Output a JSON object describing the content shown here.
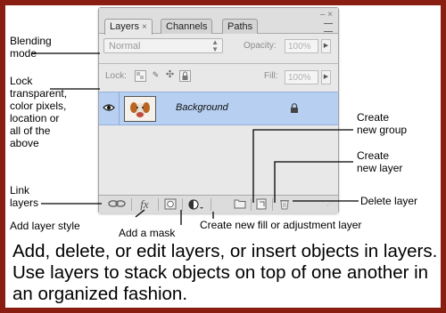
{
  "panel": {
    "tabs": [
      {
        "label": "Layers",
        "close": "×"
      },
      {
        "label": "Channels"
      },
      {
        "label": "Paths"
      }
    ],
    "collapse_glyph": "– ×",
    "blend_mode": "Normal",
    "opacity_label": "Opacity:",
    "opacity_value": "100%",
    "lock_label": "Lock:",
    "fill_label": "Fill:",
    "fill_value": "100%",
    "layer": {
      "name": "Background",
      "visible": true,
      "locked": true
    },
    "bottom_buttons": [
      "link",
      "fx",
      "mask",
      "adjustment",
      "group",
      "new-layer",
      "delete"
    ],
    "fx_label": "fx"
  },
  "annotations": {
    "blending_mode": "Blending\nmode",
    "lock": "Lock\ntransparent,\ncolor pixels,\nlocation or\nall of the\nabove",
    "link_layers": "Link\nlayers",
    "create_group": "Create\nnew group",
    "create_layer": "Create\nnew layer",
    "delete_layer": "Delete layer",
    "add_layer_style": "Add layer style",
    "add_mask": "Add a mask",
    "create_fill": "Create new fill or adjustment layer"
  },
  "caption": "Add, delete, or edit layers, or insert objects in layers. Use layers to stack objects on top of one another in an organized fashion.",
  "colors": {
    "frame": "#8a1d12",
    "selected_layer": "#b7cff0"
  }
}
